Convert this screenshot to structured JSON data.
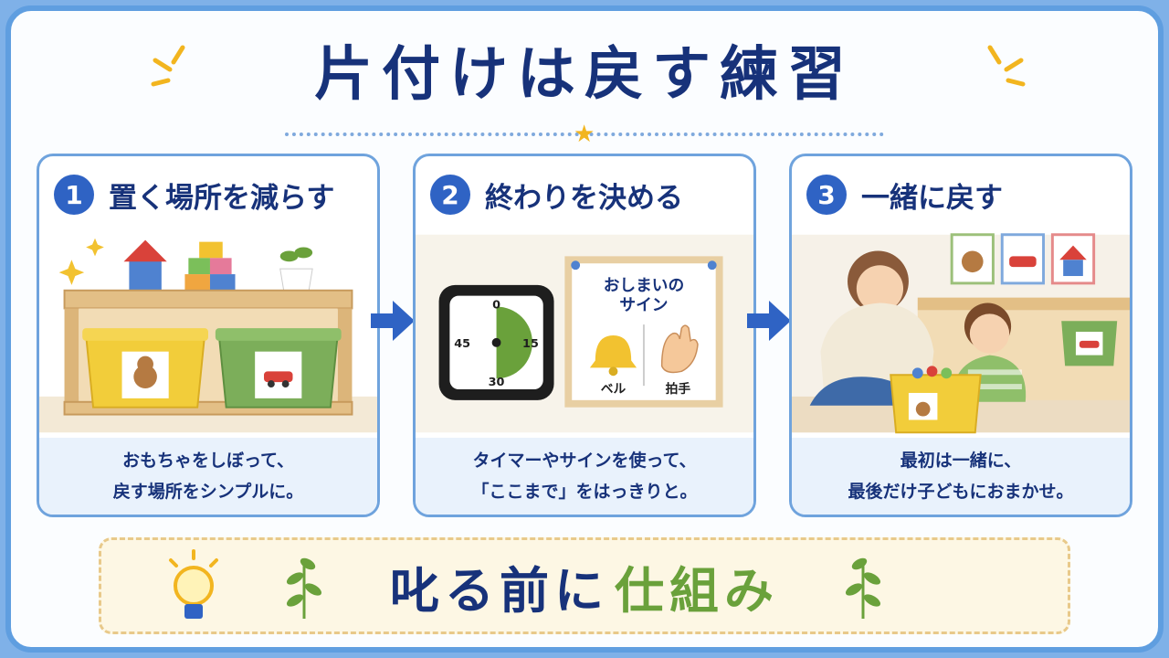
{
  "title": "片付けは戻す練習",
  "steps": [
    {
      "number": "1",
      "heading": "置く場所を減らす",
      "caption_line1": "おもちゃをしぼって、",
      "caption_line2": "戻す場所をシンプルに。"
    },
    {
      "number": "2",
      "heading": "終わりを決める",
      "caption_line1": "タイマーやサインを使って、",
      "caption_line2": "「ここまで」をはっきりと。",
      "timer_labels": {
        "top": "0",
        "right": "15",
        "bottom": "30",
        "left": "45"
      },
      "sign": {
        "title_line1": "おしまいの",
        "title_line2": "サイン",
        "left_label": "ベル",
        "right_label": "拍手"
      }
    },
    {
      "number": "3",
      "heading": "一緒に戻す",
      "caption_line1": "最初は一緒に、",
      "caption_line2": "最後だけ子どもにおまかせ。"
    }
  ],
  "banner": {
    "part1": "叱る前に",
    "part2": "仕組み"
  },
  "colors": {
    "navy": "#17327a",
    "accent_blue": "#2f63c4",
    "frame_blue": "#5f9ee0",
    "green": "#6aa13b",
    "yellow": "#f2b51f"
  }
}
